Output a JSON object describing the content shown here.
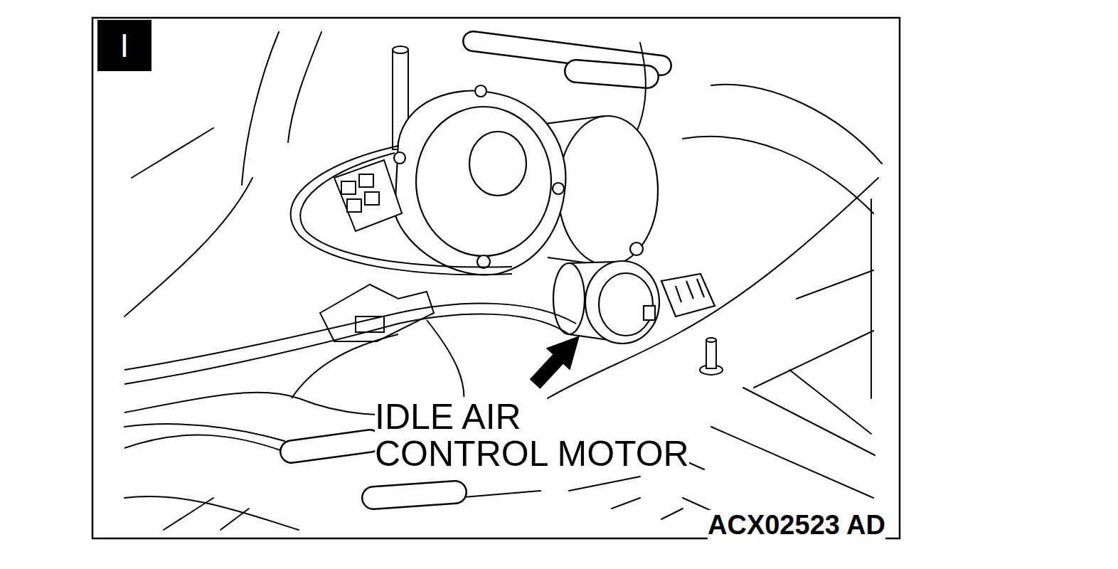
{
  "diagram": {
    "nodes": [
      {
        "text": [
          "I"
        ]
      }
    ],
    "labels": [
      "IDLE AIR CONTROL MOTOR",
      "ACX02523 AD"
    ]
  }
}
